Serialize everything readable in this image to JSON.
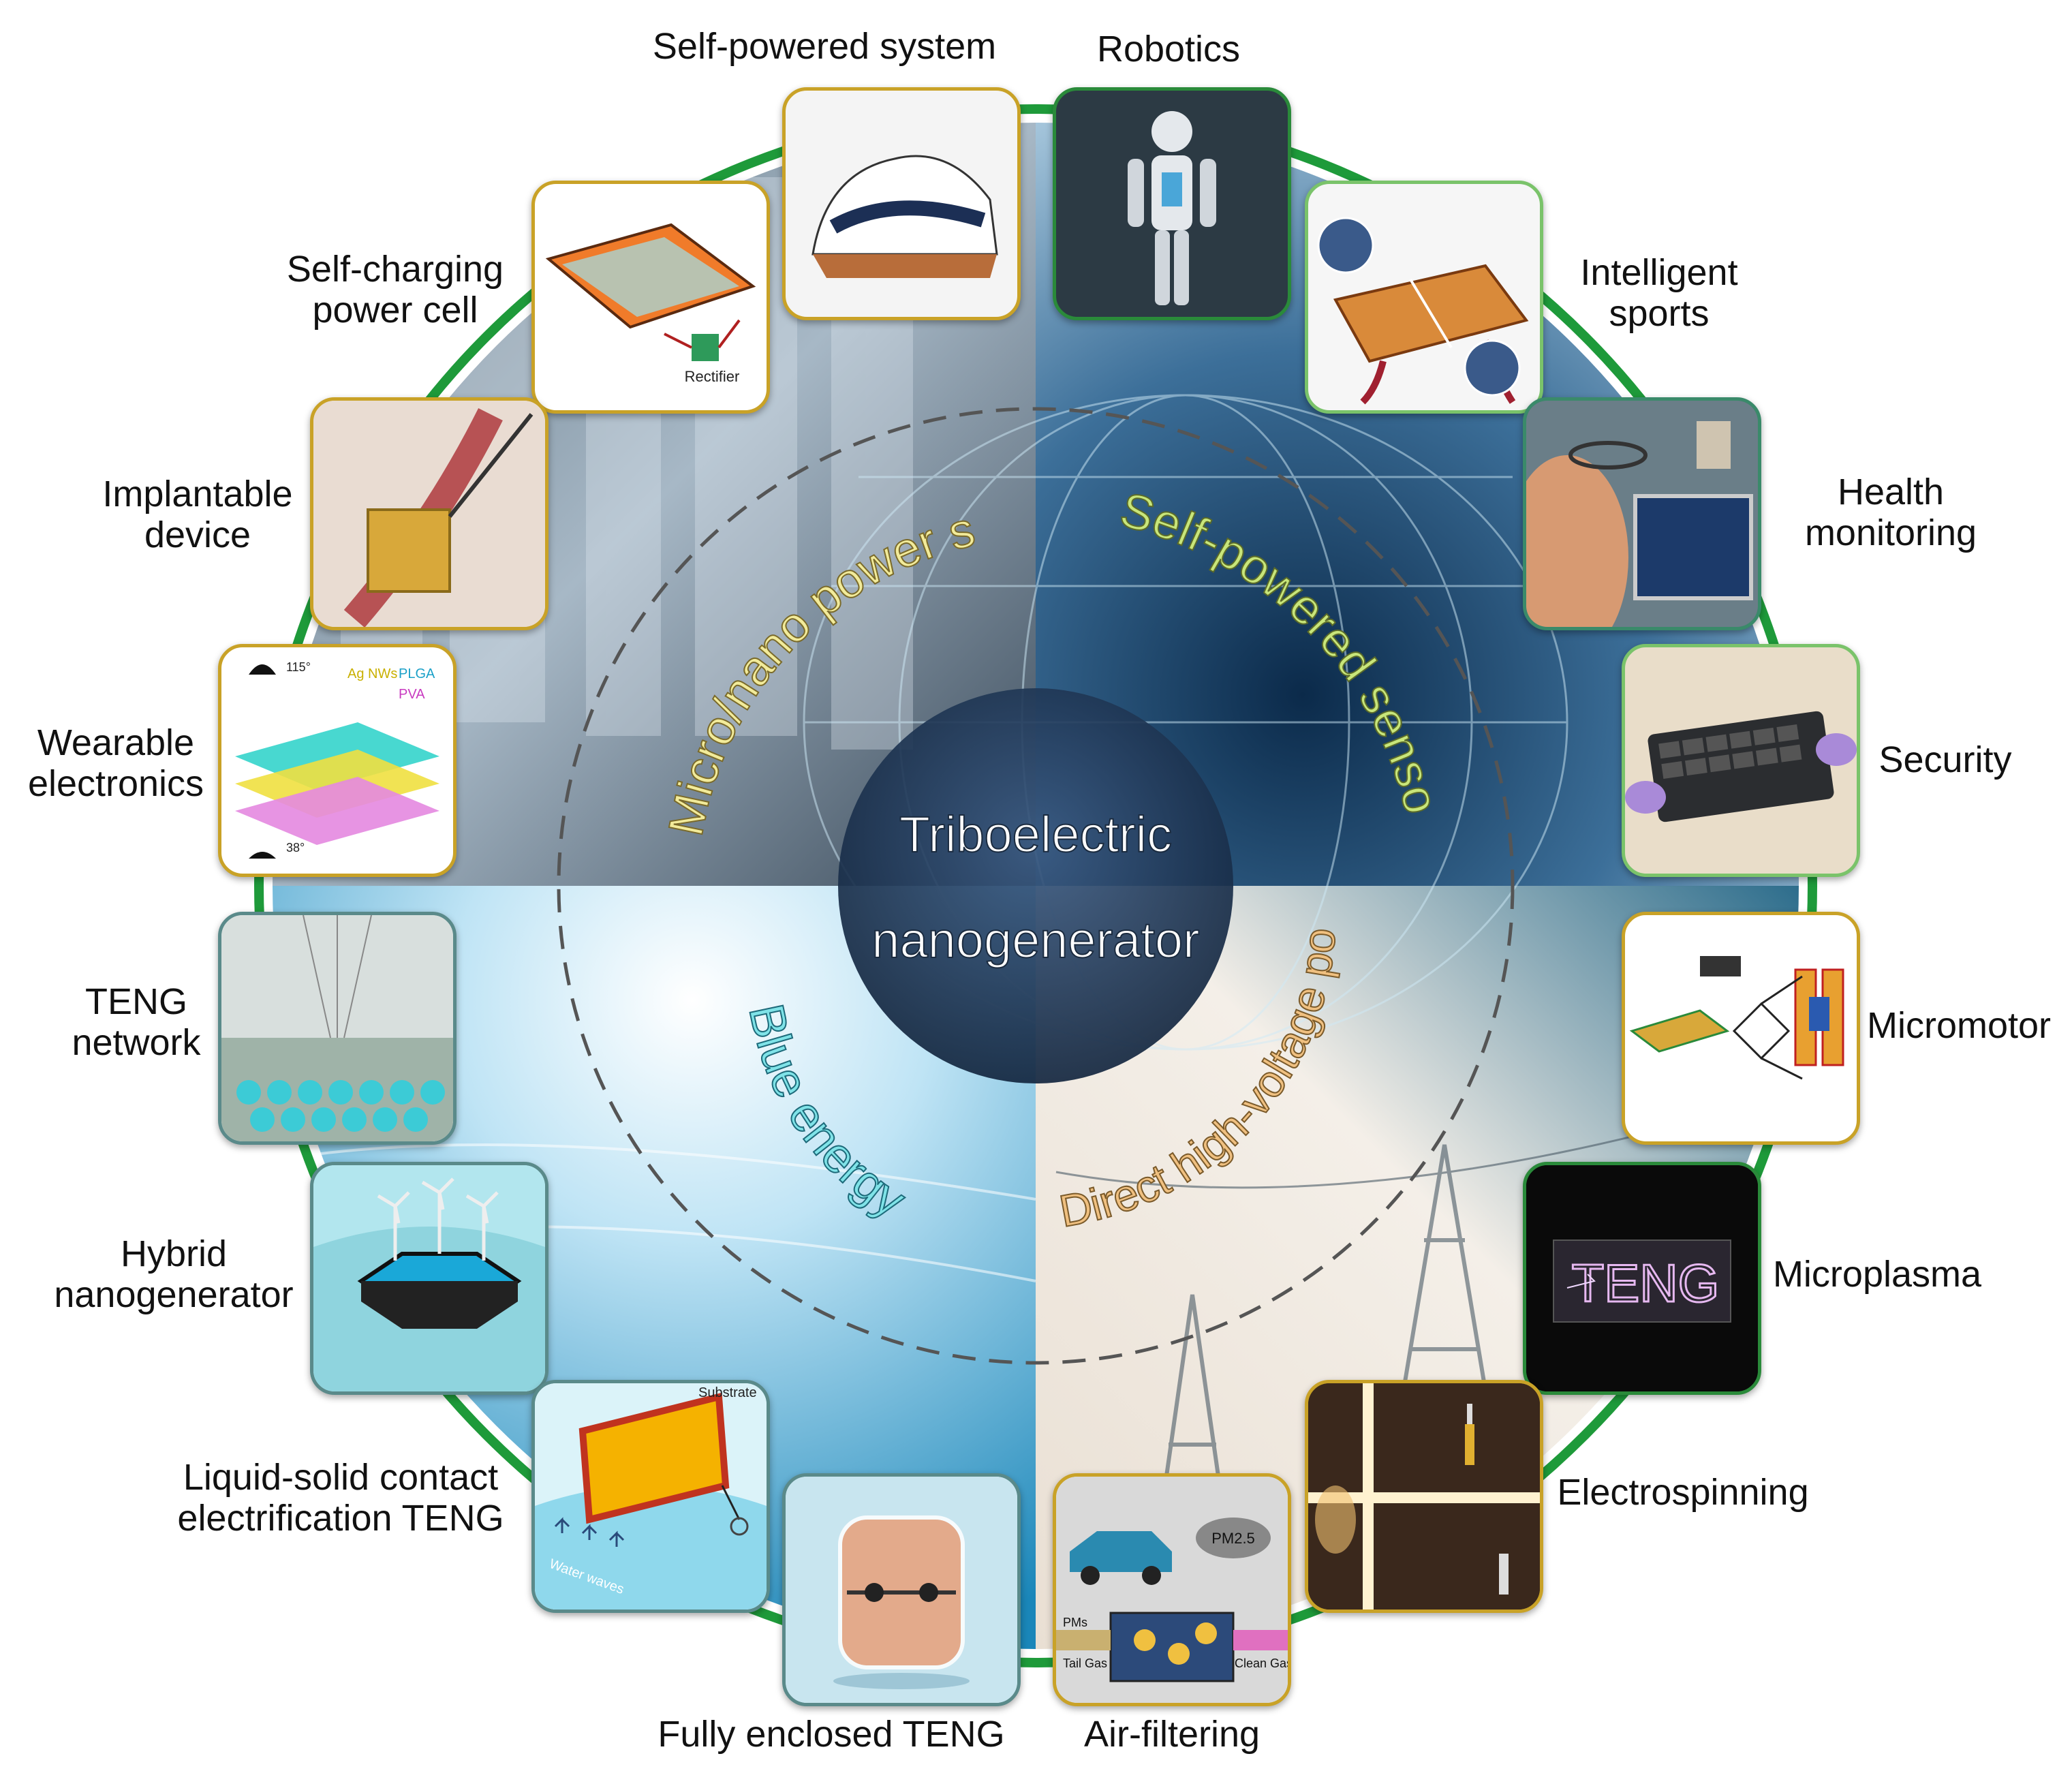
{
  "center": {
    "title_line1": "Triboelectric",
    "title_line2": "nanogenerator"
  },
  "quadrants": {
    "top_left": "Micro/nano power sources",
    "top_right": "Self-powered sensors",
    "bottom_left": "Blue energy",
    "bottom_right": "Direct high-voltage power sources"
  },
  "applications": {
    "self_powered_system": "Self-powered system",
    "robotics": "Robotics",
    "self_charging_power_cell": [
      "Self-charging",
      "power cell"
    ],
    "intelligent_sports": [
      "Intelligent",
      "sports"
    ],
    "implantable_device": [
      "Implantable",
      "device"
    ],
    "health_monitoring": [
      "Health",
      "monitoring"
    ],
    "wearable_electronics": [
      "Wearable",
      "electronics"
    ],
    "security": "Security",
    "teng_network": [
      "TENG",
      "network"
    ],
    "micromotor": "Micromotor",
    "hybrid_nanogenerator": [
      "Hybrid",
      "nanogenerator"
    ],
    "microplasma": "Microplasma",
    "liquid_solid": [
      "Liquid-solid contact",
      "electrification TENG"
    ],
    "electrospinning": "Electrospinning",
    "fully_enclosed": "Fully enclosed TENG",
    "air_filtering": "Air-filtering"
  },
  "panel_texts": {
    "rectifier": "Rectifier",
    "substrate": "Substrate",
    "water_waves": "Water waves",
    "pm25": "PM2.5",
    "ag_nws": "Ag NWs",
    "plga": "PLGA",
    "pva": "PVA",
    "angle_top": "115°",
    "angle_bottom": "38°",
    "teng_glow": "TENG",
    "tail_gas": "Tail Gas",
    "clean_gas": "Clean Gas",
    "pms": "PMs"
  },
  "colors": {
    "ring_green": "#1e9a3a",
    "tl_text": "#f2eb9a",
    "tr_text": "#c8e67a",
    "bl_text": "#7fe3e8",
    "br_text": "#f0c080"
  }
}
